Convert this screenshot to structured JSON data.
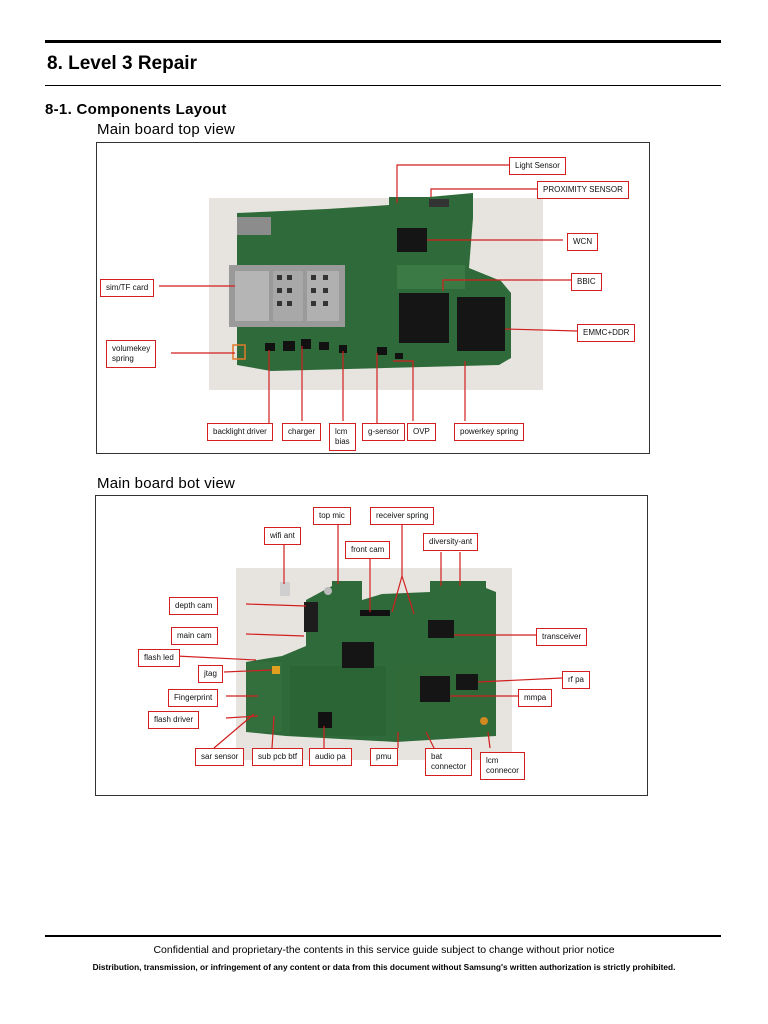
{
  "section_title": "8. Level 3 Repair",
  "subsection_title": "8-1. Components Layout",
  "top_view": {
    "caption": "Main board top view",
    "labels": {
      "light_sensor": "Light  Sensor",
      "proximity_sensor": "PROXIMITY SENSOR",
      "wcn": "WCN",
      "sim_tf_card": "sim/TF card",
      "bbic": "BBIC",
      "emmc_ddr": "EMMC+DDR",
      "volumekey_spring": "volumekey\nspring",
      "backlight_driver": "backlight driver",
      "charger": "charger",
      "lcm_bias": "lcm\nbias",
      "g_sensor": "g-sensor",
      "ovp": "OVP",
      "powerkey_spring": "powerkey spring"
    }
  },
  "bot_view": {
    "caption": "Main board bot view",
    "labels": {
      "top_mic": "top mic",
      "receiver_spring": "receiver spring",
      "wifi_ant": "wifi ant",
      "front_cam": "front cam",
      "diversity_ant": "diversity-ant",
      "depth_cam": "depth cam",
      "main_cam": "main cam",
      "transceiver": "transceiver",
      "flash_led": "flash led",
      "jtag": "jtag",
      "rf_pa": "rf pa",
      "fingerprint": "Fingerprint",
      "mmpa": "mmpa",
      "flash_driver": "flash driver",
      "sar_sensor": "sar sensor",
      "sub_pcb_btf": "sub pcb btf",
      "audio_pa": "audio pa",
      "pmu": "pmu",
      "bat_connector": "bat\nconnector",
      "lcm_connector": "lcm\nconnecor"
    }
  },
  "footer": {
    "line1": "Confidential and proprietary-the contents in this service guide subject to change without prior notice",
    "line2": "Distribution, transmission, or infringement of any content or data from this document without Samsung's written authorization is strictly prohibited."
  },
  "colors": {
    "label_border": "#d21f1f",
    "pointer": "#d21f1f",
    "pcb_green": "#2f6b3a",
    "chip_black": "#151515"
  }
}
